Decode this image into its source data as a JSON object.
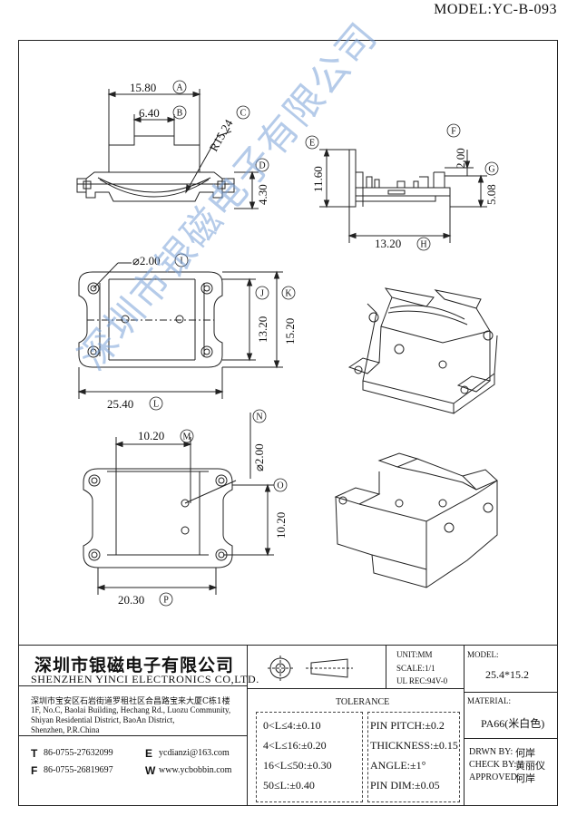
{
  "model": "MODEL:YC-B-093",
  "watermark": "深圳市银磁电子有限公司",
  "dimensions": {
    "d_a": "15.80",
    "m_a": "A",
    "d_b": "6.40",
    "m_b": "B",
    "d_c": "R15.24",
    "m_c": "C",
    "d_d": "4.30",
    "m_d": "D",
    "d_e": "11.60",
    "m_e": "E",
    "d_f": "2.00",
    "m_f": "F",
    "d_g": "5.08",
    "m_g": "G",
    "d_h": "13.20",
    "m_h": "H",
    "d_i": "⌀2.00",
    "m_i": "I",
    "d_j": "13.20",
    "m_j": "J",
    "d_k": "15.20",
    "m_k": "K",
    "d_l": "25.40",
    "m_l": "L",
    "d_m": "10.20",
    "m_m": "M",
    "d_n": "⌀2.00",
    "m_n": "N",
    "d_o": "10.20",
    "m_o": "O",
    "d_p": "20.30",
    "m_p": "P"
  },
  "company": {
    "name_cn": "深圳市银磁电子有限公司",
    "name_en": "SHENZHEN YINCI ELECTRONICS CO,LTD.",
    "address_cn": "深圳市宝安区石岩街道罗租社区合昌路宝来大厦C栋1楼",
    "address_en": [
      "1F, No.C, Baolai Building, Hechang Rd., Luozu Community,",
      "Shiyan Residential District, BaoAn District,",
      "Shenzhen, P.R.China"
    ],
    "contacts": [
      {
        "label": "T",
        "value": "86-0755-27632099"
      },
      {
        "label": "E",
        "value": "ycdianzi@163.com"
      },
      {
        "label": "F",
        "value": "86-0755-26819697"
      },
      {
        "label": "W",
        "value": "www.ycbobbin.com"
      }
    ]
  },
  "specs": {
    "unit": "UNIT:MM",
    "scale": "SCALE:1/1",
    "ul": "UL REC:94V-0",
    "model_label": "MODEL:",
    "model_value": "25.4*15.2",
    "material_label": "MATERIAL:",
    "material_value": "PA66(米白色)"
  },
  "tolerance": {
    "title": "TOLERANCE",
    "left": [
      "0<L≤4:±0.10",
      "4<L≤16:±0.20",
      "16<L≤50:±0.30",
      "50≤L:±0.40"
    ],
    "right": [
      "PIN PITCH:±0.2",
      "THICKNESS:±0.15",
      "ANGLE:±1°",
      "PIN DIM:±0.05"
    ]
  },
  "approvals": [
    {
      "label": "DRWN BY:",
      "name": "何岸"
    },
    {
      "label": "CHECK BY:",
      "name": "黄丽仪"
    },
    {
      "label": "APPROVED:",
      "name": "何岸"
    }
  ]
}
